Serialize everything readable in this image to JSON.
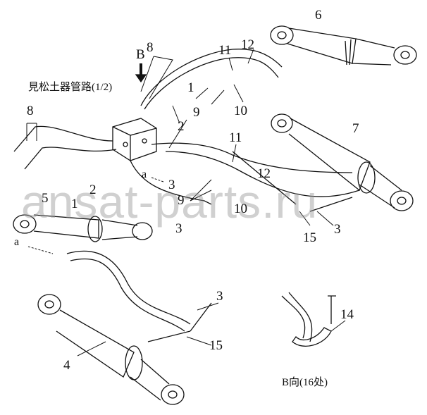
{
  "diagram": {
    "view_label": "B",
    "note_reference": "見松土器管路(1/2)",
    "note_view_b": "B向(16处)",
    "watermark": "ansat-parts.ru",
    "callouts": [
      "8",
      "8",
      "11",
      "12",
      "6",
      "1",
      "9",
      "10",
      "2",
      "7",
      "11",
      "12",
      "9",
      "10",
      "3",
      "3",
      "15",
      "3",
      "5",
      "2",
      "1",
      "a",
      "a",
      "3",
      "15",
      "4",
      "14"
    ]
  }
}
